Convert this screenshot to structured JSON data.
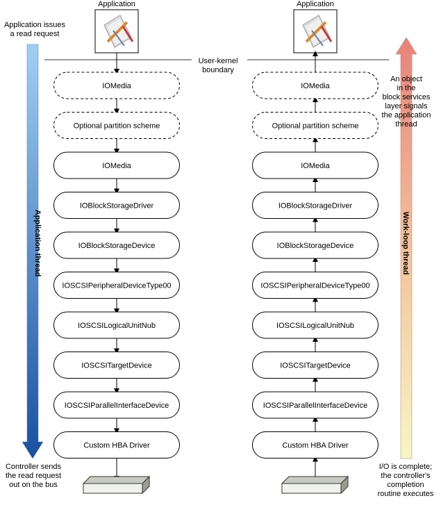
{
  "top_labels": {
    "left_application": "Application",
    "right_application": "Application",
    "boundary_line1": "User-kernel",
    "boundary_line2": "boundary"
  },
  "annotations": {
    "left_top_line1": "Application issues",
    "left_top_line2": "a read request",
    "left_bottom_line1": "Controller sends",
    "left_bottom_line2": "the read request",
    "left_bottom_line3": "out on the bus",
    "right_top_line1": "An object",
    "right_top_line2": "in the",
    "right_top_line3": "block services",
    "right_top_line4": "layer signals",
    "right_top_line5": "the application",
    "right_top_line6": "thread",
    "right_bottom_line1": "I/O is complete;",
    "right_bottom_line2": "the controller's",
    "right_bottom_line3": "completion",
    "right_bottom_line4": "routine executes"
  },
  "threads": {
    "left": "Application thread",
    "right": "Work-loop thread"
  },
  "stack": [
    {
      "label": "IOMedia",
      "dashed": true
    },
    {
      "label": "Optional partition scheme",
      "dashed": true
    },
    {
      "label": "IOMedia",
      "dashed": false
    },
    {
      "label": "IOBlockStorageDriver",
      "dashed": false
    },
    {
      "label": "IOBlockStorageDevice",
      "dashed": false
    },
    {
      "label": "IOSCSIPeripheralDeviceType00",
      "dashed": false
    },
    {
      "label": "IOSCSILogicalUnitNub",
      "dashed": false
    },
    {
      "label": "IOSCSITargetDevice",
      "dashed": false
    },
    {
      "label": "IOSCSIParallelInterfaceDevice",
      "dashed": false
    },
    {
      "label": "Custom HBA Driver",
      "dashed": false
    }
  ],
  "colors": {
    "left_arrow_top": "#9fd0f2",
    "left_arrow_bottom": "#1a4fa0",
    "right_arrow_top": "#e8827a",
    "right_arrow_bottom": "#f6f6c4",
    "boundary_line": "#999999"
  },
  "icons": {
    "application": "application-icon",
    "hardware": "hardware-device-icon"
  }
}
